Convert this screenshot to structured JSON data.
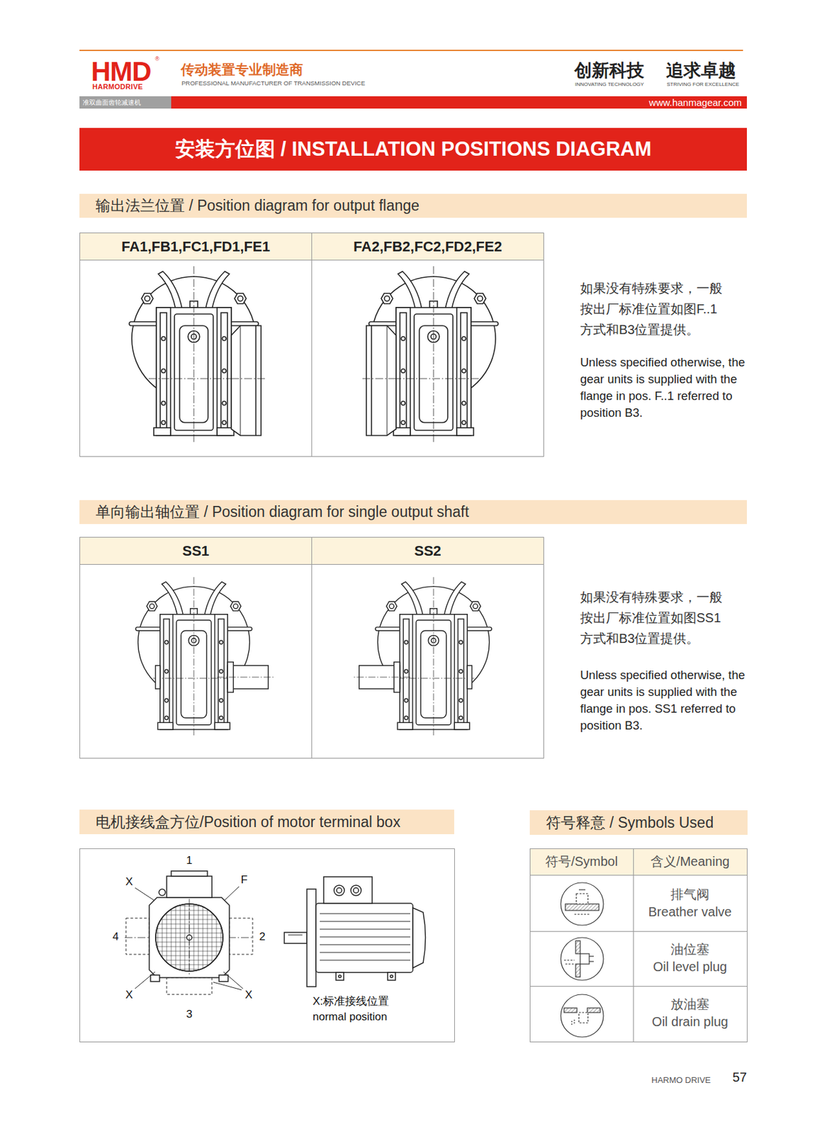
{
  "diagram": {
    "title": "安装方位图 / INSTALLATION POSITIONS DIAGRAM",
    "nodes": [
      {
        "text": [
          "输出法兰位置 / Position diagram for output flange"
        ]
      },
      {
        "text": [
          "FA1,FB1,FC1,FD1,FE1"
        ]
      },
      {
        "text": [
          "FA2,FB2,FC2,FD2,FE2"
        ]
      },
      {
        "text": [
          "单向输出轴位置 / Position diagram for single output shaft"
        ]
      },
      {
        "text": [
          "SS1"
        ]
      },
      {
        "text": [
          "SS2"
        ]
      },
      {
        "text": [
          "电机接线盒方位/Position of motor terminal box"
        ]
      },
      {
        "text": [
          "符号释意 / Symbols Used"
        ]
      }
    ],
    "labels": [
      "HMD",
      "®",
      "HARMODRIVE",
      "传动装置专业制造商",
      "PROFESSIONAL MANUFACTURER OF TRANSMISSION DEVICE",
      "创新科技",
      "INNOVATING TECHNOLOGY",
      "追求卓越",
      "STRIVING FOR EXCELLENCE",
      "准双曲面齿轮减速机",
      "www.hanmagear.com",
      "如果没有特殊要求，一般按出厂标准位置如图F..1方式和B3位置提供。",
      "Unless specified otherwise, the gear units is supplied with the flange in pos. F..1 referred to position B3.",
      "如果没有特殊要求，一般按出厂标准位置如图SS1方式和B3位置提供。",
      "Unless specified otherwise, the gear units is supplied with the flange in pos. SS1 referred to position B3.",
      "1",
      "X",
      "F",
      "4",
      "2",
      "X",
      "X",
      "3",
      "X:标准接线位置 normal position",
      "符号/Symbol",
      "含义/Meaning",
      "排气阀",
      "Breather valve",
      "油位塞",
      "Oil level plug",
      "放油塞",
      "Oil drain plug",
      "HARMO DRIVE",
      "57"
    ]
  }
}
